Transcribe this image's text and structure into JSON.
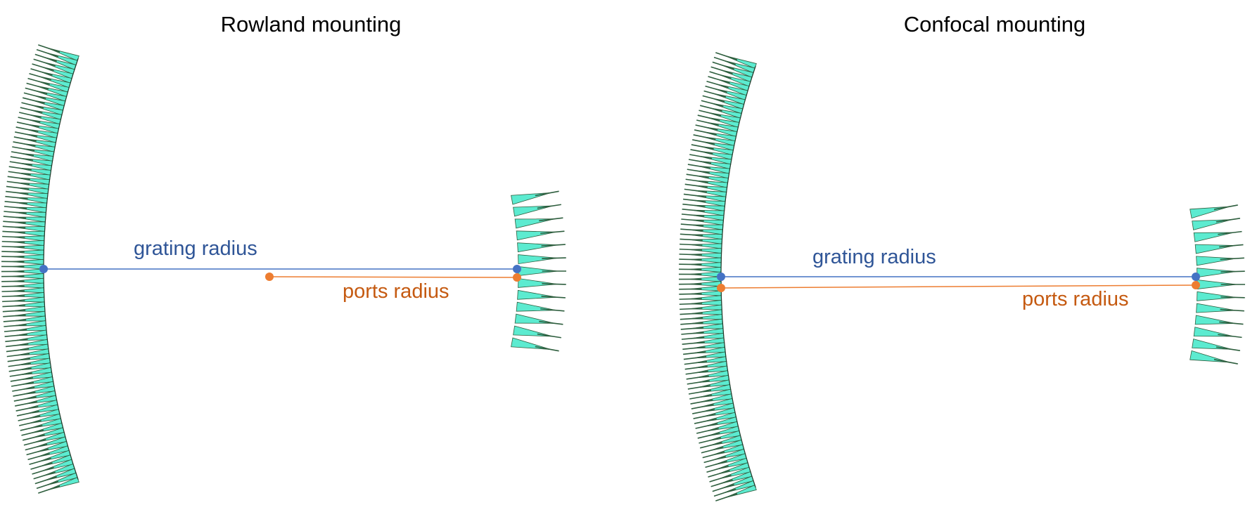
{
  "panels": [
    {
      "title": "Rowland mounting",
      "grating_label": "grating radius",
      "ports_label": "ports radius"
    },
    {
      "title": "Confocal mounting",
      "grating_label": "grating radius",
      "ports_label": "ports radius"
    }
  ],
  "colors": {
    "grating_line": "#4472C4",
    "ports_line": "#ED7D31",
    "grating_text": "#2F5597",
    "ports_text": "#C55A11",
    "waveguide_fill": "#40E8C8",
    "waveguide_edge": "#2E5E3E"
  }
}
